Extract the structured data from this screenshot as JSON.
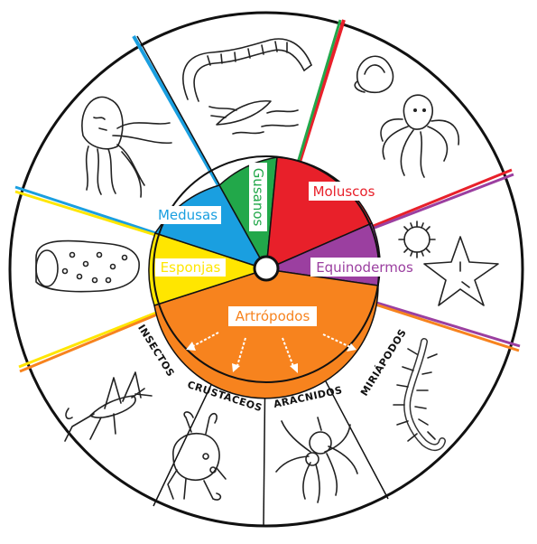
{
  "groups": {
    "medusas": {
      "label": "Medusas",
      "color": "#1a9fe0"
    },
    "gusanos": {
      "label": "Gusanos",
      "color": "#22a84a"
    },
    "moluscos": {
      "label": "Moluscos",
      "color": "#e8202a"
    },
    "equinodermos": {
      "label": "Equinodermos",
      "color": "#9b3fa0"
    },
    "esponjas": {
      "label": "Esponjas",
      "color": "#ffe600"
    },
    "artropodos": {
      "label": "Artrópodos",
      "color": "#f7831e"
    }
  },
  "subgroups": {
    "insectos": "INSECTOS",
    "crustaceos": "CRUSTÁCEOS",
    "aracnidos": "ARÁCNIDOS",
    "miriapodos": "MIRIÁPODOS"
  },
  "icons": [
    "worm-icon",
    "flatworm-icon",
    "jellyfish-icon",
    "clam-icon",
    "octopus-icon",
    "sea-urchin-icon",
    "starfish-icon",
    "sponge-icon",
    "grasshopper-icon",
    "crab-icon",
    "spider-icon",
    "centipede-icon"
  ]
}
